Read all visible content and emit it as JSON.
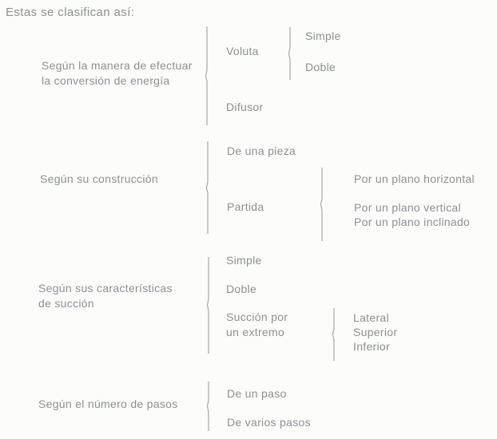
{
  "title": "Estas se clasifican así:",
  "colors": {
    "text": "#8d9093",
    "line": "#a4a8aa",
    "background": "#fcfcfb"
  },
  "groups": [
    {
      "label": "Según la manera de efectuar\nla conversión de energía",
      "children": [
        {
          "label": "Voluta",
          "children": [
            {
              "label": "Simple"
            },
            {
              "label": "Doble"
            }
          ]
        },
        {
          "label": "Difusor"
        }
      ]
    },
    {
      "label": "Según su construcción",
      "children": [
        {
          "label": "De una pieza"
        },
        {
          "label": "Partida",
          "children": [
            {
              "label": "Por un plano horizontal"
            },
            {
              "label": "Por un plano vertical"
            },
            {
              "label": "Por un plano inclinado"
            }
          ]
        }
      ]
    },
    {
      "label": "Según sus características\nde succión",
      "children": [
        {
          "label": "Simple"
        },
        {
          "label": "Doble"
        },
        {
          "label": "Succión por\nun extremo",
          "children": [
            {
              "label": "Lateral"
            },
            {
              "label": "Superior"
            },
            {
              "label": "Inferior"
            }
          ]
        }
      ]
    },
    {
      "label": "Según el número de pasos",
      "children": [
        {
          "label": "De un paso"
        },
        {
          "label": "De varios pasos"
        }
      ]
    }
  ]
}
